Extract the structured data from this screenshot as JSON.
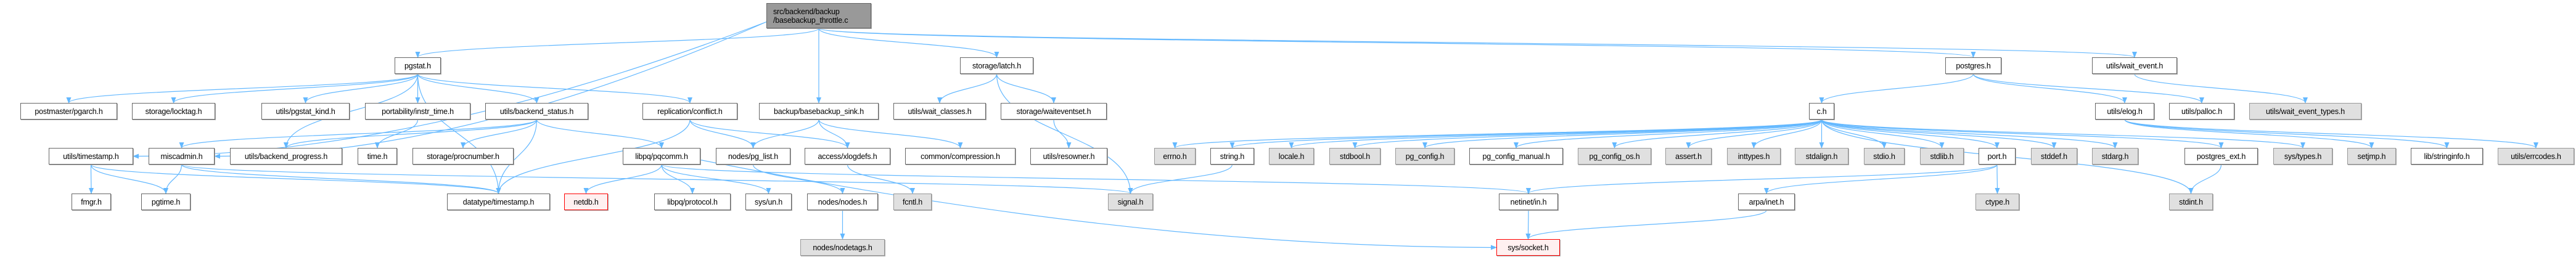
{
  "graph": {
    "title": "src/backend/backup/basebackup_throttle.c",
    "colors": {
      "edge": "#63b8ff",
      "node_border": "#666666",
      "external_fill": "#e0e0e0",
      "main_fill": "#999999",
      "missing_border": "#ff0000"
    },
    "nodes": [
      {
        "id": "main",
        "label": "src/backend/backup",
        "label2": "/basebackup_throttle.c",
        "kind": "main"
      },
      {
        "id": "pgstat",
        "label": "pgstat.h",
        "kind": "normal"
      },
      {
        "id": "latch",
        "label": "storage/latch.h",
        "kind": "normal"
      },
      {
        "id": "postgres",
        "label": "postgres.h",
        "kind": "normal"
      },
      {
        "id": "wait_event",
        "label": "utils/wait_event.h",
        "kind": "normal"
      },
      {
        "id": "pgarch",
        "label": "postmaster/pgarch.h",
        "kind": "normal"
      },
      {
        "id": "locktag",
        "label": "storage/locktag.h",
        "kind": "normal"
      },
      {
        "id": "pgstat_kind",
        "label": "utils/pgstat_kind.h",
        "kind": "normal"
      },
      {
        "id": "instr_time",
        "label": "portability/instr_time.h",
        "kind": "normal"
      },
      {
        "id": "backend_status",
        "label": "utils/backend_status.h",
        "kind": "normal"
      },
      {
        "id": "conflict",
        "label": "replication/conflict.h",
        "kind": "normal"
      },
      {
        "id": "bb_sink",
        "label": "backup/basebackup_sink.h",
        "kind": "normal"
      },
      {
        "id": "wait_classes",
        "label": "utils/wait_classes.h",
        "kind": "normal"
      },
      {
        "id": "waiteventset",
        "label": "storage/waiteventset.h",
        "kind": "normal"
      },
      {
        "id": "c",
        "label": "c.h",
        "kind": "normal"
      },
      {
        "id": "elog",
        "label": "utils/elog.h",
        "kind": "normal"
      },
      {
        "id": "palloc",
        "label": "utils/palloc.h",
        "kind": "normal"
      },
      {
        "id": "wait_event_types",
        "label": "utils/wait_event_types.h",
        "kind": "gray"
      },
      {
        "id": "timestamp",
        "label": "utils/timestamp.h",
        "kind": "normal"
      },
      {
        "id": "miscadmin",
        "label": "miscadmin.h",
        "kind": "normal"
      },
      {
        "id": "backend_progress",
        "label": "utils/backend_progress.h",
        "kind": "normal"
      },
      {
        "id": "time",
        "label": "time.h",
        "kind": "normal"
      },
      {
        "id": "procnumber",
        "label": "storage/procnumber.h",
        "kind": "normal"
      },
      {
        "id": "pqcomm",
        "label": "libpq/pqcomm.h",
        "kind": "normal"
      },
      {
        "id": "pg_list",
        "label": "nodes/pg_list.h",
        "kind": "normal"
      },
      {
        "id": "xlogdefs",
        "label": "access/xlogdefs.h",
        "kind": "normal"
      },
      {
        "id": "compression",
        "label": "common/compression.h",
        "kind": "normal"
      },
      {
        "id": "resowner",
        "label": "utils/resowner.h",
        "kind": "normal"
      },
      {
        "id": "errno",
        "label": "errno.h",
        "kind": "gray"
      },
      {
        "id": "string",
        "label": "string.h",
        "kind": "normal"
      },
      {
        "id": "locale",
        "label": "locale.h",
        "kind": "gray"
      },
      {
        "id": "stdbool",
        "label": "stdbool.h",
        "kind": "gray"
      },
      {
        "id": "pg_config",
        "label": "pg_config.h",
        "kind": "gray"
      },
      {
        "id": "pg_config_manual",
        "label": "pg_config_manual.h",
        "kind": "normal"
      },
      {
        "id": "pg_config_os",
        "label": "pg_config_os.h",
        "kind": "gray"
      },
      {
        "id": "assert",
        "label": "assert.h",
        "kind": "gray"
      },
      {
        "id": "inttypes",
        "label": "inttypes.h",
        "kind": "gray"
      },
      {
        "id": "stdalign",
        "label": "stdalign.h",
        "kind": "gray"
      },
      {
        "id": "stdio",
        "label": "stdio.h",
        "kind": "gray"
      },
      {
        "id": "stdlib",
        "label": "stdlib.h",
        "kind": "gray"
      },
      {
        "id": "port",
        "label": "port.h",
        "kind": "normal"
      },
      {
        "id": "stddef",
        "label": "stddef.h",
        "kind": "gray"
      },
      {
        "id": "stdarg",
        "label": "stdarg.h",
        "kind": "gray"
      },
      {
        "id": "postgres_ext",
        "label": "postgres_ext.h",
        "kind": "normal"
      },
      {
        "id": "sys_types",
        "label": "sys/types.h",
        "kind": "gray"
      },
      {
        "id": "setjmp",
        "label": "setjmp.h",
        "kind": "gray"
      },
      {
        "id": "stringinfo",
        "label": "lib/stringinfo.h",
        "kind": "normal"
      },
      {
        "id": "errcodes",
        "label": "utils/errcodes.h",
        "kind": "gray"
      },
      {
        "id": "fmgr",
        "label": "fmgr.h",
        "kind": "normal"
      },
      {
        "id": "pgtime",
        "label": "pgtime.h",
        "kind": "normal"
      },
      {
        "id": "dt_timestamp",
        "label": "datatype/timestamp.h",
        "kind": "normal"
      },
      {
        "id": "netdb",
        "label": "netdb.h",
        "kind": "red"
      },
      {
        "id": "protocol",
        "label": "libpq/protocol.h",
        "kind": "normal"
      },
      {
        "id": "sys_un",
        "label": "sys/un.h",
        "kind": "normal"
      },
      {
        "id": "nodes",
        "label": "nodes/nodes.h",
        "kind": "normal"
      },
      {
        "id": "fcntl",
        "label": "fcntl.h",
        "kind": "gray"
      },
      {
        "id": "signal",
        "label": "signal.h",
        "kind": "gray"
      },
      {
        "id": "netinet_in",
        "label": "netinet/in.h",
        "kind": "normal"
      },
      {
        "id": "arpa_inet",
        "label": "arpa/inet.h",
        "kind": "normal"
      },
      {
        "id": "ctype",
        "label": "ctype.h",
        "kind": "gray"
      },
      {
        "id": "stdint",
        "label": "stdint.h",
        "kind": "gray"
      },
      {
        "id": "nodetags",
        "label": "nodes/nodetags.h",
        "kind": "gray"
      },
      {
        "id": "sys_socket",
        "label": "sys/socket.h",
        "kind": "red"
      }
    ],
    "edges": [
      [
        "main",
        "pgstat"
      ],
      [
        "main",
        "timestamp"
      ],
      [
        "main",
        "miscadmin"
      ],
      [
        "main",
        "bb_sink"
      ],
      [
        "main",
        "latch"
      ],
      [
        "main",
        "postgres"
      ],
      [
        "main",
        "wait_event"
      ],
      [
        "pgstat",
        "pgarch"
      ],
      [
        "pgstat",
        "locktag"
      ],
      [
        "pgstat",
        "pgstat_kind"
      ],
      [
        "pgstat",
        "instr_time"
      ],
      [
        "pgstat",
        "backend_status"
      ],
      [
        "pgstat",
        "conflict"
      ],
      [
        "pgstat",
        "backend_progress"
      ],
      [
        "pgstat",
        "dt_timestamp"
      ],
      [
        "instr_time",
        "time"
      ],
      [
        "backend_status",
        "miscadmin"
      ],
      [
        "backend_status",
        "backend_progress"
      ],
      [
        "backend_status",
        "procnumber"
      ],
      [
        "backend_status",
        "dt_timestamp"
      ],
      [
        "backend_status",
        "pqcomm"
      ],
      [
        "conflict",
        "dt_timestamp"
      ],
      [
        "conflict",
        "pg_list"
      ],
      [
        "conflict",
        "xlogdefs"
      ],
      [
        "bb_sink",
        "pg_list"
      ],
      [
        "bb_sink",
        "xlogdefs"
      ],
      [
        "bb_sink",
        "compression"
      ],
      [
        "latch",
        "wait_classes"
      ],
      [
        "latch",
        "waiteventset"
      ],
      [
        "latch",
        "signal"
      ],
      [
        "waiteventset",
        "resowner"
      ],
      [
        "timestamp",
        "fmgr"
      ],
      [
        "timestamp",
        "pgtime"
      ],
      [
        "timestamp",
        "dt_timestamp"
      ],
      [
        "miscadmin",
        "pgtime"
      ],
      [
        "miscadmin",
        "dt_timestamp"
      ],
      [
        "miscadmin",
        "signal"
      ],
      [
        "pqcomm",
        "netdb"
      ],
      [
        "pqcomm",
        "protocol"
      ],
      [
        "pqcomm",
        "sys_un"
      ],
      [
        "pqcomm",
        "sys_socket"
      ],
      [
        "pqcomm",
        "netinet_in"
      ],
      [
        "pg_list",
        "nodes"
      ],
      [
        "nodes",
        "nodetags"
      ],
      [
        "xlogdefs",
        "fcntl"
      ],
      [
        "string",
        "signal"
      ],
      [
        "postgres",
        "c"
      ],
      [
        "postgres",
        "elog"
      ],
      [
        "postgres",
        "palloc"
      ],
      [
        "wait_event",
        "wait_event_types"
      ],
      [
        "c",
        "errno"
      ],
      [
        "c",
        "string"
      ],
      [
        "c",
        "locale"
      ],
      [
        "c",
        "stdbool"
      ],
      [
        "c",
        "pg_config"
      ],
      [
        "c",
        "pg_config_manual"
      ],
      [
        "c",
        "pg_config_os"
      ],
      [
        "c",
        "assert"
      ],
      [
        "c",
        "inttypes"
      ],
      [
        "c",
        "stdalign"
      ],
      [
        "c",
        "stdio"
      ],
      [
        "c",
        "stdlib"
      ],
      [
        "c",
        "port"
      ],
      [
        "c",
        "stddef"
      ],
      [
        "c",
        "stdarg"
      ],
      [
        "c",
        "postgres_ext"
      ],
      [
        "c",
        "sys_types"
      ],
      [
        "c",
        "stdint"
      ],
      [
        "elog",
        "setjmp"
      ],
      [
        "elog",
        "stringinfo"
      ],
      [
        "elog",
        "errcodes"
      ],
      [
        "port",
        "ctype"
      ],
      [
        "port",
        "netinet_in"
      ],
      [
        "port",
        "arpa_inet"
      ],
      [
        "postgres_ext",
        "stdint"
      ],
      [
        "arpa_inet",
        "sys_socket"
      ],
      [
        "netinet_in",
        "sys_socket"
      ]
    ]
  }
}
